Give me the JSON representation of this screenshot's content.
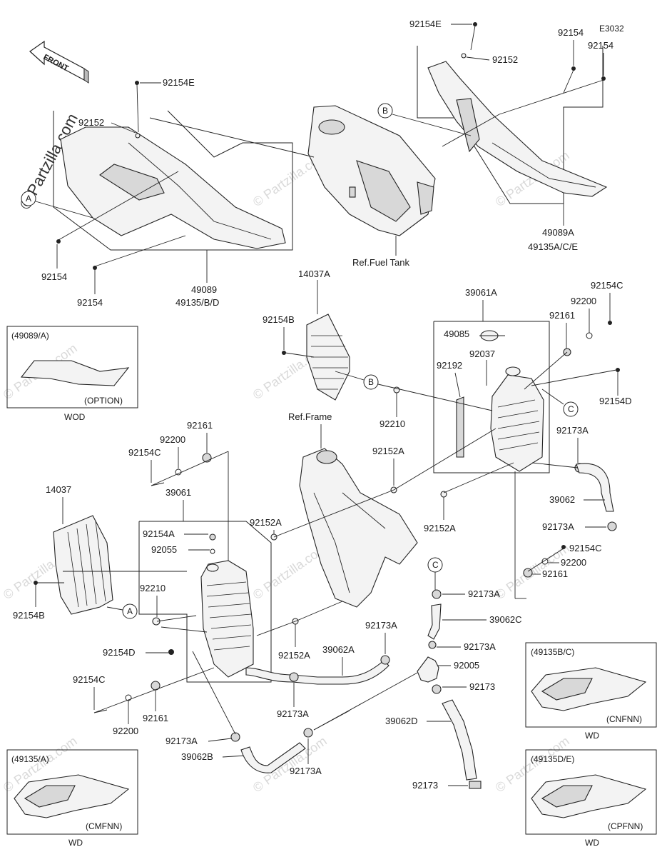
{
  "diagram_code": "E3032",
  "front_label": "FRONT",
  "watermark_main": "© Partzilla.com",
  "watermark_tile": "© Partzilla.com",
  "parts": {
    "p92154E_top": "92154E",
    "p92152_top": "92152",
    "p92154_tr1": "92154",
    "p92154_tr2": "92154",
    "p49089A": "49089A",
    "p49135ACE": "49135A/C/E",
    "p92154E_left": "92154E",
    "p92152_left": "92152",
    "p92154_l1": "92154",
    "p92154_l2": "92154",
    "p49089": "49089",
    "p49135BD": "49135/B/D",
    "ref_fuel_tank": "Ref.Fuel Tank",
    "p14037A": "14037A",
    "p92154B_top": "92154B",
    "p39061A": "39061A",
    "p49085": "49085",
    "p92037": "92037",
    "p92192": "92192",
    "p92154C_r": "92154C",
    "p92200_r": "92200",
    "p92161_r": "92161",
    "p92154D_r": "92154D",
    "p92210_mid": "92210",
    "ref_frame": "Ref.Frame",
    "p92152A_1": "92152A",
    "p92152A_2": "92152A",
    "p92173A_r1": "92173A",
    "p39062": "39062",
    "p92173A_r2": "92173A",
    "p92154C_r2": "92154C",
    "p92200_r2": "92200",
    "p92161_r2": "92161",
    "p92161_l": "92161",
    "p92200_l": "92200",
    "p92154C_l": "92154C",
    "p39061": "39061",
    "p14037": "14037",
    "p92154A": "92154A",
    "p92055": "92055",
    "p92152A_3": "92152A",
    "p92210_l": "92210",
    "p92154B_l": "92154B",
    "p92154D_l": "92154D",
    "p92152A_4": "92152A",
    "p39062A": "39062A",
    "p92173A_c1": "92173A",
    "p92173A_c2": "92173A",
    "p39062C": "39062C",
    "p92173A_c3": "92173A",
    "p92005": "92005",
    "p92173_1": "92173",
    "p39062D": "39062D",
    "p92173_2": "92173",
    "p92154C_b": "92154C",
    "p92200_b": "92200",
    "p92161_b": "92161",
    "p92173A_b1": "92173A",
    "p39062B": "39062B",
    "p92173A_b2": "92173A"
  },
  "callouts": {
    "A": "A",
    "B": "B",
    "C": "C"
  },
  "insets": [
    {
      "title": "(49089/A)",
      "tag": "(OPTION)",
      "below": "WOD"
    },
    {
      "title": "(49135B/C)",
      "tag": "(CNFNN)",
      "below": "WD"
    },
    {
      "title": "(49135/A)",
      "tag": "(CMFNN)",
      "below": "WD"
    },
    {
      "title": "(49135D/E)",
      "tag": "(CPFNN)",
      "below": "WD"
    }
  ]
}
